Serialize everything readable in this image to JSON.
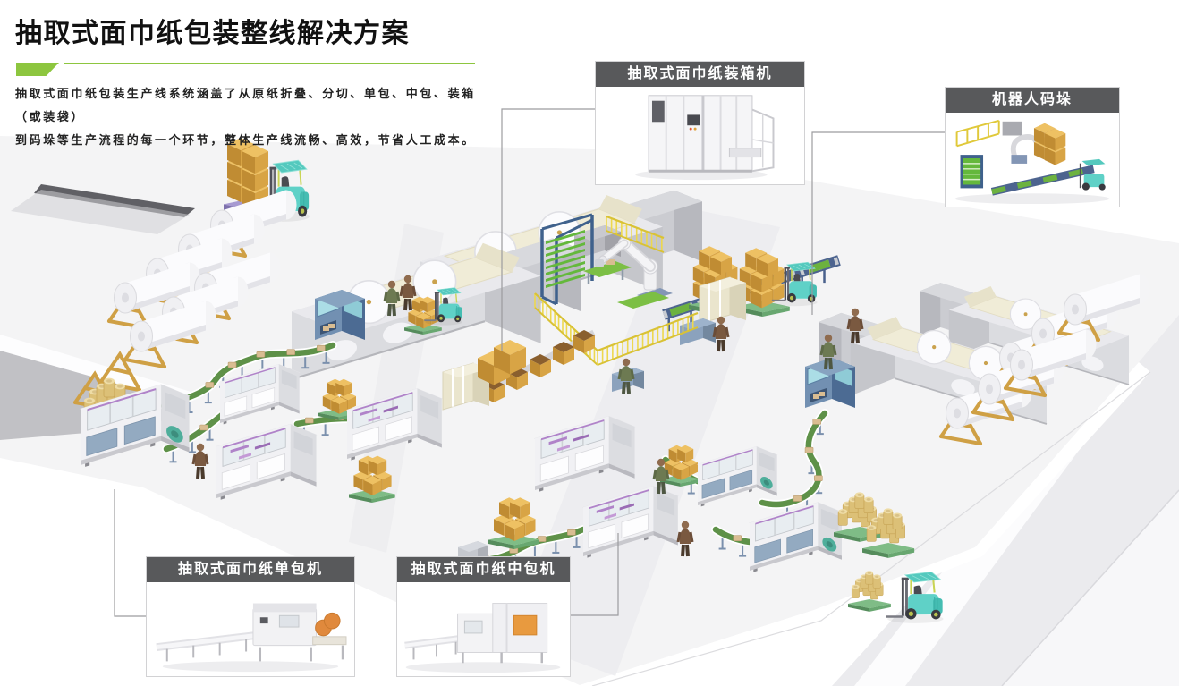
{
  "page": {
    "title": "抽取式面巾纸包装整线解决方案",
    "description_line1": "抽取式面巾纸包装生产线系统涵盖了从原纸折叠、分切、单包、中包、装箱（或装袋）",
    "description_line2": "到码垛等生产流程的每一个环节，整体生产线流畅、高效，节省人工成本。"
  },
  "callouts": [
    {
      "id": "case-packer",
      "label": "抽取式面巾纸装箱机"
    },
    {
      "id": "robot-palletizer",
      "label": "机器人码垛"
    },
    {
      "id": "single-pack",
      "label": "抽取式面巾纸单包机"
    },
    {
      "id": "middle-pack",
      "label": "抽取式面巾纸中包机"
    }
  ],
  "colors": {
    "accent_green": "#8dc63f",
    "callout_header_bg": "#58595b",
    "callout_header_text": "#ffffff",
    "conveyor_green": "#5e9148",
    "carton_gold": "#d8a445",
    "forklift_teal": "#5fd1c7",
    "fence_yellow": "#d9c235",
    "machine_white": "#f1f1f4",
    "floor_gray": "#f4f4f5"
  }
}
